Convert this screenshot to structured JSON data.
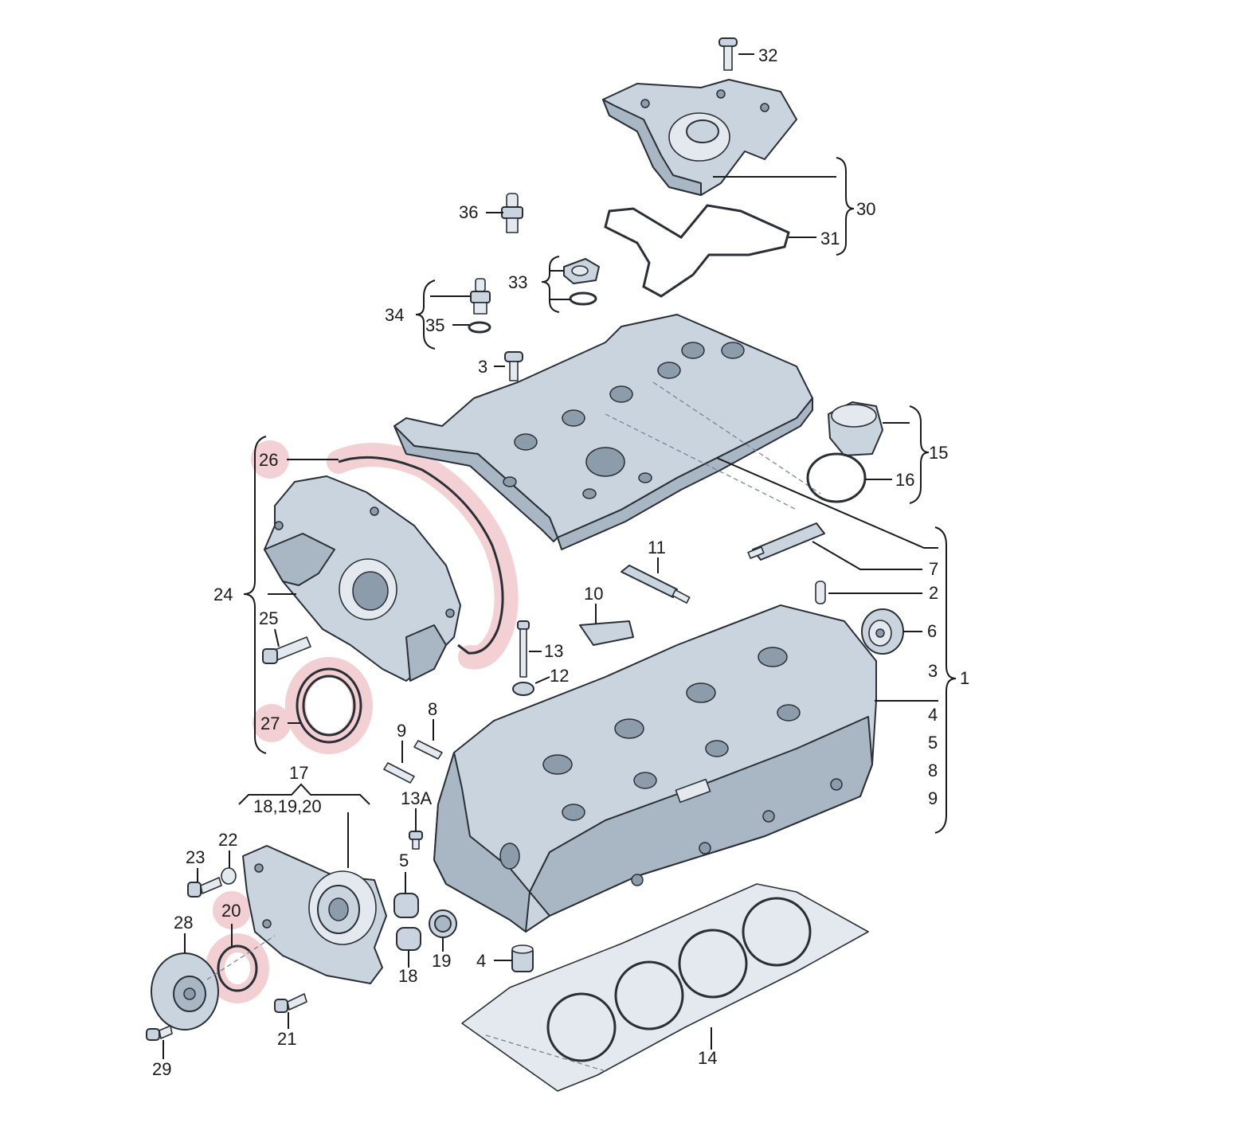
{
  "colors": {
    "highlight": "#e8a9ae",
    "part_fill": "#c9d4de",
    "part_shadow": "#a9b7c4",
    "line": "#2a2f36"
  },
  "highlighted_parts": [
    "26",
    "27",
    "20"
  ],
  "labels": {
    "p1": "1",
    "p2": "2",
    "p3a": "3",
    "p3b": "3",
    "p4a": "4",
    "p4b": "4",
    "p5a": "5",
    "p5b": "5",
    "p6": "6",
    "p7": "7",
    "p8a": "8",
    "p8b": "8",
    "p9a": "9",
    "p9b": "9",
    "p10": "10",
    "p11": "11",
    "p12": "12",
    "p13": "13",
    "p13a": "13A",
    "p14": "14",
    "p15": "15",
    "p16": "16",
    "p17": "17",
    "p18": "18",
    "p18_19_20": "18,19,20",
    "p19": "19",
    "p20": "20",
    "p21": "21",
    "p22": "22",
    "p23": "23",
    "p24": "24",
    "p25": "25",
    "p26": "26",
    "p27": "27",
    "p28": "28",
    "p29": "29",
    "p30": "30",
    "p31": "31",
    "p32": "32",
    "p33": "33",
    "p34": "34",
    "p35": "35",
    "p36": "36"
  }
}
